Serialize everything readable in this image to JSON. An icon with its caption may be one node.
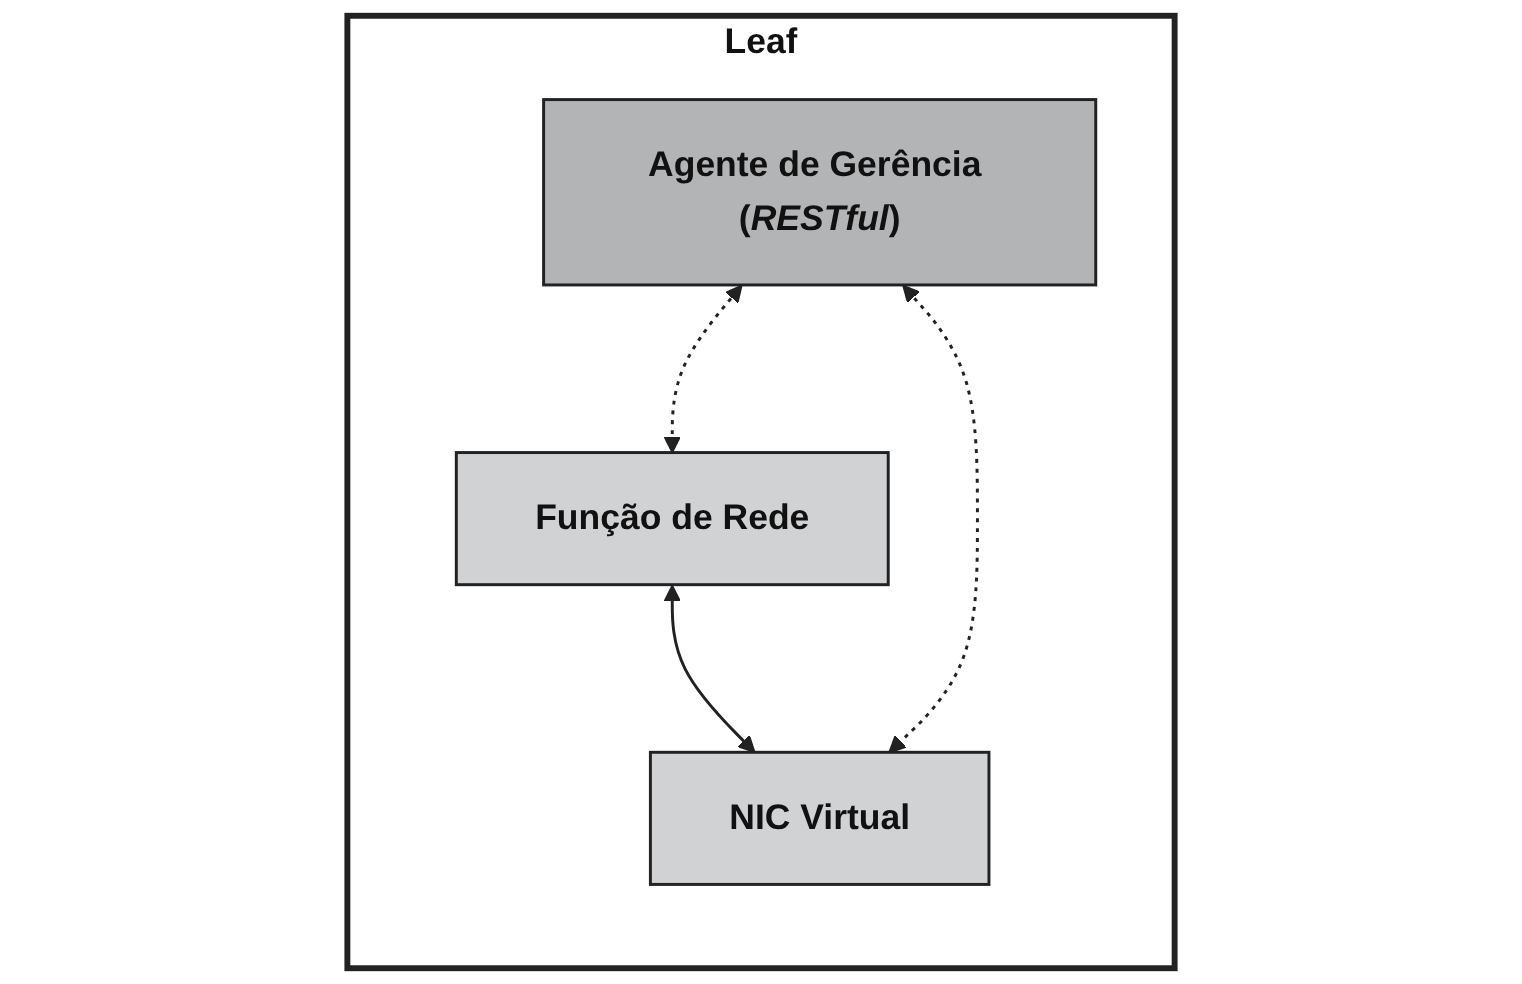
{
  "diagram": {
    "nodes": [
      {
        "text": [
          "Leaf"
        ]
      },
      {
        "text": [
          "Agente de Gerência (*RESTful*)"
        ],
        "in": 0
      },
      {
        "text": [
          "Função de Rede"
        ],
        "in": 0
      },
      {
        "text": [
          "NIC Virtual"
        ],
        "in": 0
      }
    ],
    "edges": [
      {
        "from": 1,
        "to": 2,
        "arrow": "both",
        "style": "dashed"
      },
      {
        "from": 2,
        "to": 3,
        "arrow": "both"
      },
      {
        "from": 1,
        "to": 3,
        "arrow": "both",
        "style": "dashed"
      }
    ]
  }
}
